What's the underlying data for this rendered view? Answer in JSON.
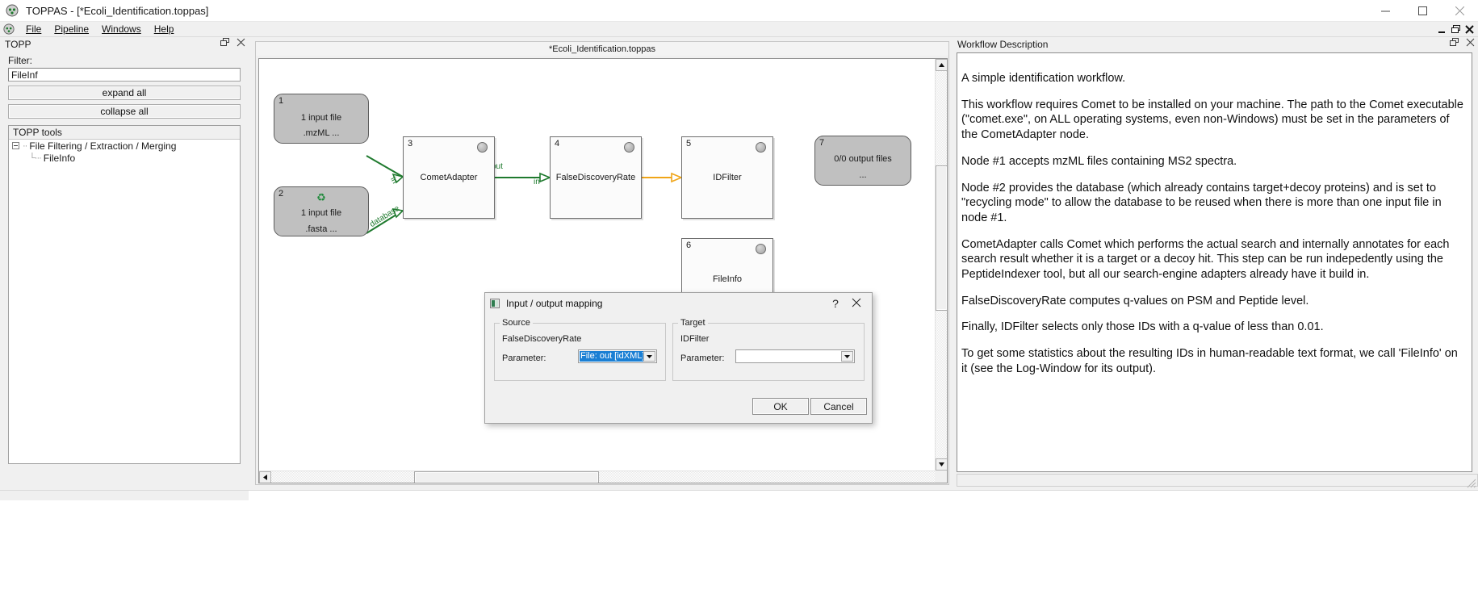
{
  "window": {
    "title": "TOPPAS - [*Ecoli_Identification.toppas]",
    "app_icon": "toppas-icon",
    "minimize_label": "─",
    "maximize_label": "□",
    "close_label": "✕"
  },
  "menubar": {
    "items": [
      {
        "label": "File",
        "mnemonic": "F"
      },
      {
        "label": "Pipeline",
        "mnemonic": "P"
      },
      {
        "label": "Windows",
        "mnemonic": "W"
      },
      {
        "label": "Help",
        "mnemonic": "H"
      }
    ],
    "mdi_restore": "restore-icon",
    "mdi_minimize": "minimize-icon",
    "mdi_close": "close-icon"
  },
  "left_dock": {
    "title": "TOPP",
    "float_button": "float-icon",
    "close_button": "close-icon",
    "filter_label": "Filter:",
    "filter_value": "FileInf",
    "filter_placeholder": "",
    "expand_all": "expand all",
    "collapse_all": "collapse all",
    "tree_header": "TOPP tools",
    "tree": [
      {
        "label": "File Filtering / Extraction / Merging",
        "level": 0,
        "expanded": true
      },
      {
        "label": "FileInfo",
        "level": 1,
        "expanded": false
      }
    ]
  },
  "canvas": {
    "document_title": "*Ecoli_Identification.toppas",
    "nodes": [
      {
        "id": "1",
        "kind": "input",
        "line1": "1 input file",
        "line2": ".mzML ...",
        "recycle": false
      },
      {
        "id": "2",
        "kind": "input",
        "line1": "1 input file",
        "line2": ".fasta ...",
        "recycle": true
      },
      {
        "id": "3",
        "kind": "tool",
        "name": "CometAdapter"
      },
      {
        "id": "4",
        "kind": "tool",
        "name": "FalseDiscoveryRate"
      },
      {
        "id": "5",
        "kind": "tool",
        "name": "IDFilter"
      },
      {
        "id": "6",
        "kind": "tool",
        "name": "FileInfo"
      },
      {
        "id": "7",
        "kind": "output",
        "line1": "0/0 output files",
        "line2": "..."
      }
    ],
    "edges": [
      {
        "from": "1",
        "to": "3",
        "target_port": "in",
        "color": "#1f7a2e"
      },
      {
        "from": "2",
        "to": "3",
        "target_port": "database",
        "color": "#1f7a2e"
      },
      {
        "from": "3",
        "to": "4",
        "source_port": "out",
        "target_port": "in",
        "color": "#1f7a2e"
      },
      {
        "from": "4",
        "to": "5",
        "color": "#f0a518"
      }
    ],
    "colors": {
      "edge_green": "#1f7a2e",
      "edge_amber": "#f0a518",
      "io_node_fill": "#c0c0c0",
      "tool_node_fill": "#fbfbfb"
    }
  },
  "right_dock": {
    "title": "Workflow Description",
    "float_button": "float-icon",
    "close_button": "close-icon",
    "paragraphs": [
      "A simple identification workflow.",
      "This workflow requires Comet to be installed on your machine. The path to the Comet executable (\"comet.exe\", on ALL operating systems, even non-Windows) must be set in the parameters of the CometAdapter node.",
      "Node #1 accepts mzML files containing MS2 spectra.",
      "Node #2 provides the database (which already contains target+decoy proteins) and is set to \"recycling mode\" to allow the database to be reused when there is more than one input file in node #1.",
      "CometAdapter calls Comet which performs the actual search and internally annotates for each search result whether it is a target or a decoy hit. This step can be run indepedently using the PeptideIndexer tool, but all our search-engine adapters already have it build in.",
      "FalseDiscoveryRate computes q-values on PSM and Peptide level.",
      "Finally, IDFilter selects only those IDs with a q-value of less than 0.01.",
      "To get some statistics about the resulting IDs in human-readable text format, we call 'FileInfo' on it (see the Log-Window for its output)."
    ]
  },
  "dialog": {
    "title": "Input / output mapping",
    "icon": "dialog-icon",
    "help_label": "?",
    "close_label": "✕",
    "source": {
      "legend": "Source",
      "node_name": "FalseDiscoveryRate",
      "param_label": "Parameter:",
      "param_value": "File: out [idXML]",
      "options": [
        "File: out [idXML]"
      ]
    },
    "target": {
      "legend": "Target",
      "node_name": "IDFilter",
      "param_label": "Parameter:",
      "param_value": "",
      "options": []
    },
    "ok_label": "OK",
    "cancel_label": "Cancel"
  }
}
